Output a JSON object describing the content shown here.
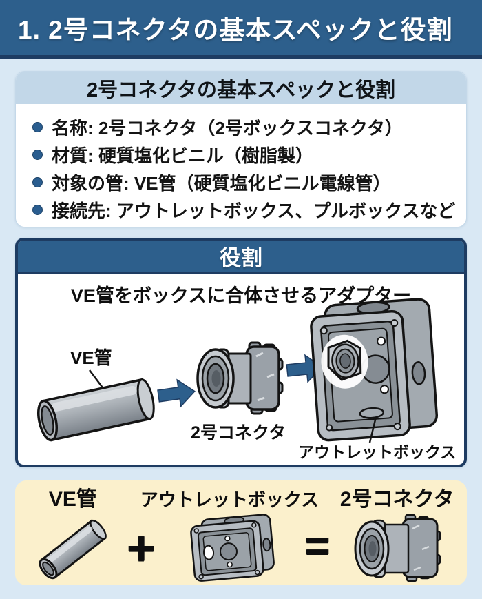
{
  "colors": {
    "page_bg": "#d9e8f4",
    "header_blue": "#2d5f8c",
    "navy_border": "#1e3c62",
    "title_band_blue": "#c2d7e8",
    "cream_panel": "#fbf0cc",
    "bullet_blue": "#2a5d8f",
    "arrow_blue": "#2d5f8c",
    "illustration_gray": "#9aa1a8"
  },
  "header": {
    "title": "1. 2号コネクタの基本スペックと役割"
  },
  "spec_card": {
    "title": "2号コネクタの基本スペックと役割",
    "items": [
      {
        "label": "名称: 2号コネクタ（2号ボックスコネクタ）"
      },
      {
        "label": "材質: 硬質塩化ビニル（樹脂製）"
      },
      {
        "label": "対象の管: VE管（硬質塩化ビニル電線管）"
      },
      {
        "label": "接続先: アウトレットボックス、プルボックスなど"
      }
    ]
  },
  "role_card": {
    "title": "役割",
    "subtitle": "VE管をボックスに合体させるアダプター",
    "pipe_label": "VE管",
    "connector_label": "2号コネクタ",
    "box_label": "アウトレットボックス"
  },
  "equation_card": {
    "pipe_label": "VE管",
    "plus_sign": "+",
    "box_label": "アウトレットボックス",
    "equals_sign": "=",
    "connector_label": "2号コネクタ"
  }
}
